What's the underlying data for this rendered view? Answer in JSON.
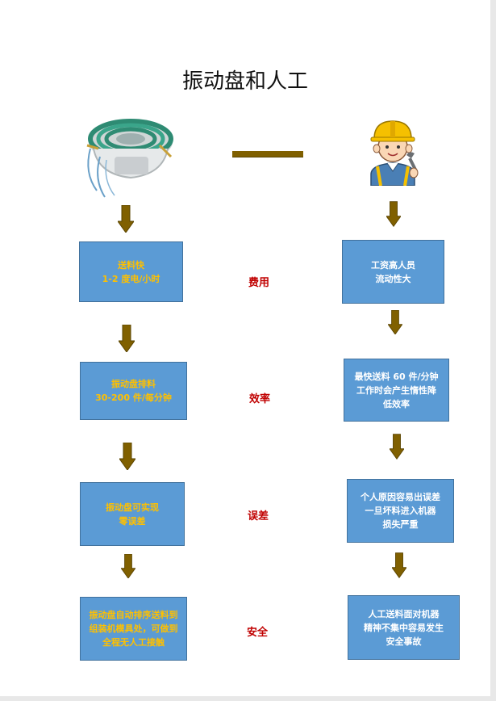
{
  "title": "振动盘和人工",
  "categories": [
    "费用",
    "效率",
    "误差",
    "安全"
  ],
  "left_boxes": [
    "送料快\n1-2 度电/小时",
    "振动盘排料\n30-200 件/每分钟",
    "振动盘可实现\n零误差",
    "振动盘自动排序送料到\n组装机模具处，可做到\n全程无人工接触"
  ],
  "right_boxes": [
    "工资高人员\n流动性大",
    "最快送料 60 件/分钟\n工作时会产生惰性降\n低效率",
    "个人原因容易出误差\n一旦坏料进入机器\n损失严重",
    "人工送料面对机器\n精神不集中容易发生\n安全事故"
  ],
  "colors": {
    "box_fill": "#5b9bd5",
    "left_text": "#ffc000",
    "right_text": "#ffffff",
    "category_text": "#c00000",
    "arrow": "#806000"
  },
  "icons": {
    "left": "vibratory-bowl-feeder-image",
    "right": "construction-worker-icon",
    "connector": "horizontal-bar",
    "flow": "down-arrow-icon"
  }
}
